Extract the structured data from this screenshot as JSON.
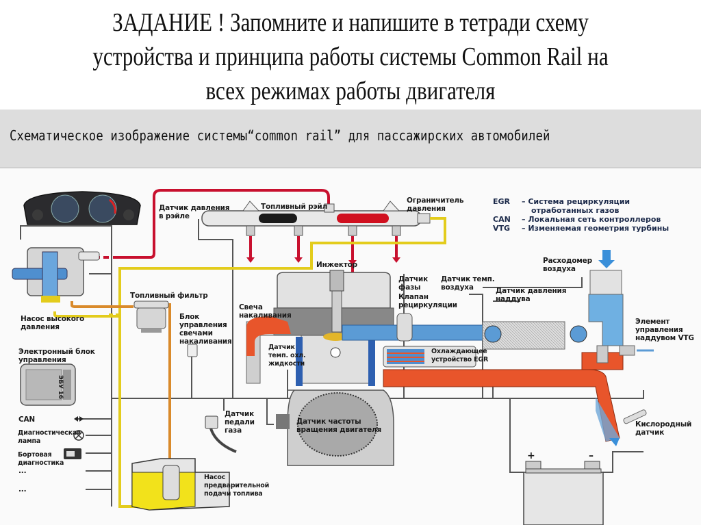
{
  "slide": {
    "title_lines": [
      "ЗАДАНИЕ ! Запомните и напишите в тетради схему",
      "устройства и принципа работы системы Common Rail на",
      "всех режимах работы двигателя"
    ],
    "banner": "Схематическое изображение системы“common rail” для пассажирских автомобилей"
  },
  "legend": [
    {
      "abbr": "EGR",
      "dash": "–",
      "text": "Система рециркуляции",
      "text2": "отработанных газов"
    },
    {
      "abbr": "CAN",
      "dash": "–",
      "text": "Локальная сеть контроллеров"
    },
    {
      "abbr": "VTG",
      "dash": "–",
      "text": "Изменяемая геометрия турбины"
    }
  ],
  "labels": {
    "rail_pressure_sensor": [
      "Датчик давления",
      "в рэйле"
    ],
    "fuel_rail": "Топливный рэйл",
    "pressure_limiter": [
      "Ограничитель",
      "давления"
    ],
    "injector": "Инжектор",
    "air_flow_meter": [
      "Расходомер",
      "воздуха"
    ],
    "fuel_filter": "Топливный фильтр",
    "glow_plug_control": [
      "Блок",
      "управления",
      "свечами",
      "накаливания"
    ],
    "glow_plug": [
      "Свеча",
      "накаливания"
    ],
    "phase_sensor": [
      "Датчик",
      "фазы"
    ],
    "air_temp_sensor": [
      "Датчик темп.",
      "воздуха"
    ],
    "egr_valve": [
      "Клапан",
      "рециркуляции"
    ],
    "boost_pressure_sensor": [
      "Датчик давления",
      "наддува"
    ],
    "vtg_control": [
      "Элемент",
      "управления",
      "наддувом VTG"
    ],
    "high_pressure_pump": [
      "Насос высокого",
      "давления"
    ],
    "ecu": [
      "Электронный блок",
      "управления"
    ],
    "ecu_badge": "ЭБУ 16",
    "coolant_temp_sensor": [
      "Датчик",
      "темп. охл.",
      "жидкости"
    ],
    "egr_cooler": [
      "Охлаждающее",
      "устройство EGR"
    ],
    "pedal_sensor": [
      "Датчик",
      "педали",
      "газа"
    ],
    "crank_speed_sensor": [
      "Датчик частоты",
      "вращения двигателя"
    ],
    "oxygen_sensor": [
      "Кислородный",
      "датчик"
    ],
    "prefeed_pump": [
      "Насос",
      "предварительной",
      "подачи топлива"
    ],
    "can": "CAN",
    "diag_lamp": [
      "Диагностическая",
      "лампа"
    ],
    "onboard_diag": [
      "Бортовая",
      "диагностика"
    ],
    "more1": "...",
    "more2": "...",
    "battery_plus": "+",
    "battery_minus": "–"
  },
  "colors": {
    "high_pressure": "#c8102e",
    "low_pressure_feed": "#e8d21a",
    "return_line": "#d98a2b",
    "intake_air": "#5b9bd5",
    "exhaust": "#e8552b",
    "wire": "#555555"
  }
}
